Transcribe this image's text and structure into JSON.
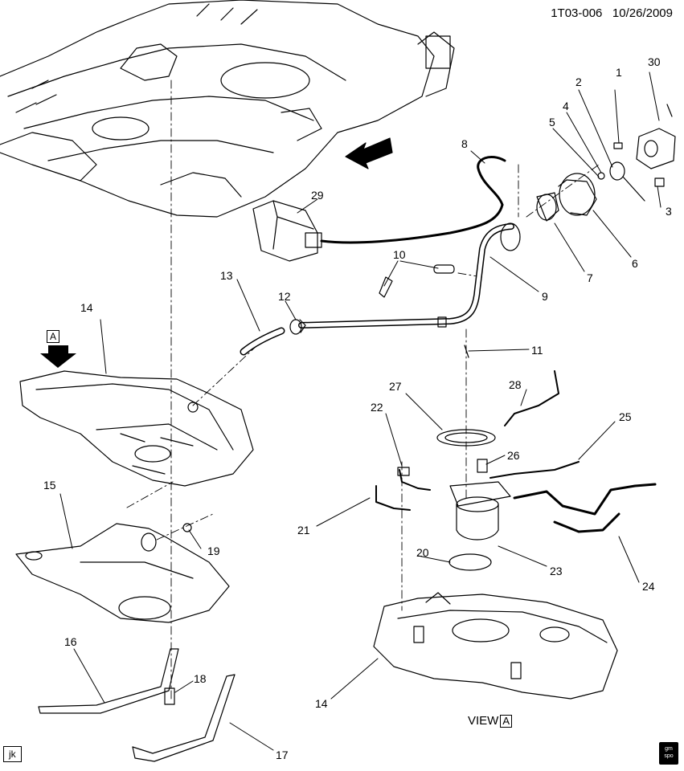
{
  "header": {
    "code": "1T03-006",
    "date": "10/26/2009"
  },
  "view_label": {
    "text": "VIEW",
    "key": "A"
  },
  "section_key": "A",
  "footer": {
    "tag": "jk",
    "logo_line1": "gm",
    "logo_line2": "spo"
  },
  "callouts": {
    "c1": "1",
    "c2": "2",
    "c3": "3",
    "c4": "4",
    "c5": "5",
    "c6": "6",
    "c7": "7",
    "c8": "8",
    "c9": "9",
    "c10": "10",
    "c11": "11",
    "c12": "12",
    "c13": "13",
    "c14a": "14",
    "c14b": "14",
    "c15": "15",
    "c16": "16",
    "c17": "17",
    "c18": "18",
    "c19": "19",
    "c20": "20",
    "c21": "21",
    "c22": "22",
    "c23": "23",
    "c24": "24",
    "c25": "25",
    "c26": "26",
    "c27": "27",
    "c28": "28",
    "c29": "29",
    "c30": "30"
  }
}
